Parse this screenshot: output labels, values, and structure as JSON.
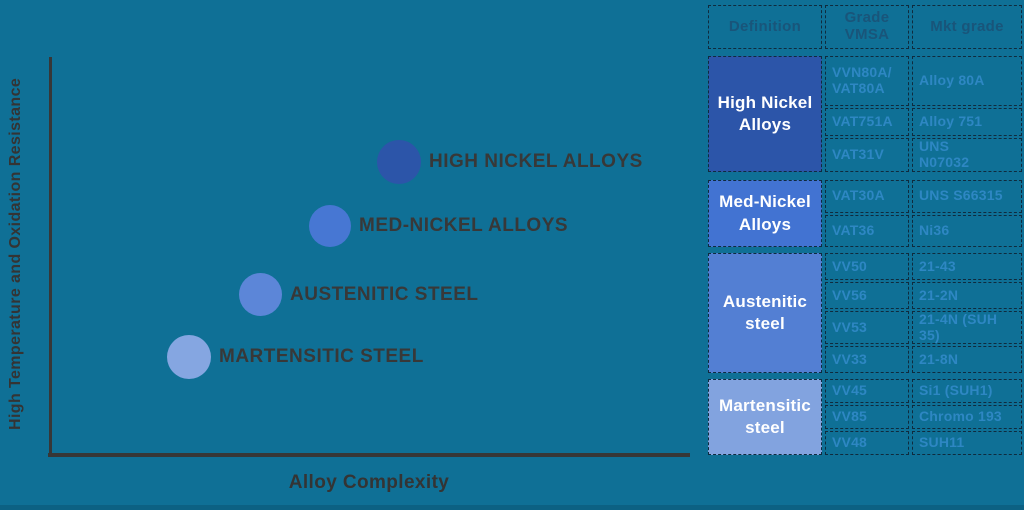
{
  "chart_data": {
    "type": "scatter",
    "title": "",
    "xlabel": "Alloy Complexity",
    "ylabel": "High Temperature and Oxidation Resistance",
    "grid": false,
    "legend": "none",
    "axes_note": "no tick labels; ordinal positions estimated 1-4",
    "points": [
      {
        "label": "HIGH NICKEL ALLOYS",
        "x": 4,
        "y": 4,
        "color": "#2c55a9"
      },
      {
        "label": "MED-NICKEL ALLOYS",
        "x": 3,
        "y": 3,
        "color": "#4777d3"
      },
      {
        "label": "AUSTENITIC STEEL",
        "x": 2,
        "y": 2,
        "color": "#5c86d8"
      },
      {
        "label": "MARTENSITIC STEEL",
        "x": 1,
        "y": 1,
        "color": "#85a6e1"
      }
    ]
  },
  "table": {
    "headers": [
      "Definition",
      "Grade\nVMSA",
      "Mkt grade"
    ],
    "groups": [
      {
        "definition": "High Nickel\nAlloys",
        "fill": "#2c55a9",
        "rows": [
          {
            "grade": "VVN80A/\nVAT80A",
            "mkt": "Alloy 80A"
          },
          {
            "grade": "VAT751A",
            "mkt": "Alloy 751"
          },
          {
            "grade": "VAT31V",
            "mkt": "UNS\nN07032"
          }
        ]
      },
      {
        "definition": "Med-Nickel\nAlloys",
        "fill": "#4273d2",
        "rows": [
          {
            "grade": "VAT30A",
            "mkt": "UNS S66315"
          },
          {
            "grade": "VAT36",
            "mkt": "Ni36"
          }
        ]
      },
      {
        "definition": "Austenitic\nsteel",
        "fill": "#537fd3",
        "rows": [
          {
            "grade": "VV50",
            "mkt": "21-43"
          },
          {
            "grade": "VV56",
            "mkt": "21-2N"
          },
          {
            "grade": "VV53",
            "mkt": "21-4N (SUH\n35)"
          },
          {
            "grade": "VV33",
            "mkt": "21-8N"
          }
        ]
      },
      {
        "definition": "Martensitic\nsteel",
        "fill": "#82a3df",
        "rows": [
          {
            "grade": "VV45",
            "mkt": "Si1 (SUH1)"
          },
          {
            "grade": "VV85",
            "mkt": "Chromo 193"
          },
          {
            "grade": "VV48",
            "mkt": "SUH11"
          }
        ]
      }
    ]
  }
}
